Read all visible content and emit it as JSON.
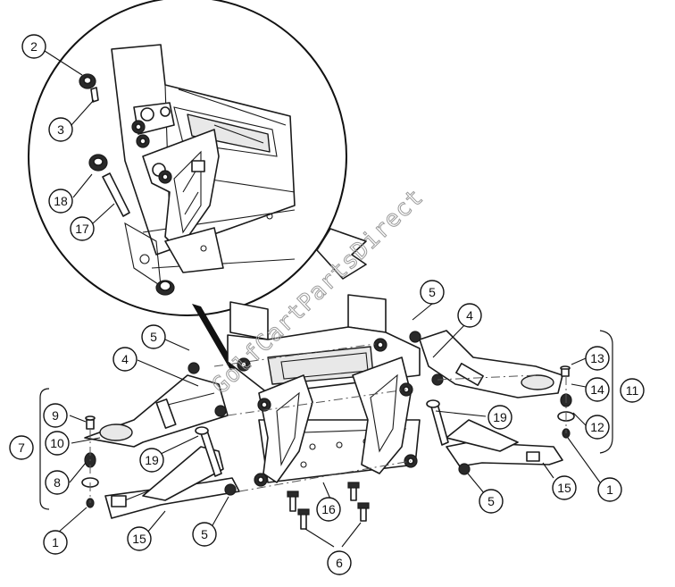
{
  "watermark": "GolfCartPartsDirect",
  "callouts": [
    {
      "id": "c-2",
      "label": "2"
    },
    {
      "id": "c-3",
      "label": "3"
    },
    {
      "id": "c-18",
      "label": "18"
    },
    {
      "id": "c-17",
      "label": "17"
    },
    {
      "id": "c-5a",
      "label": "5"
    },
    {
      "id": "c-4a",
      "label": "4"
    },
    {
      "id": "c-5b",
      "label": "5"
    },
    {
      "id": "c-4b",
      "label": "4"
    },
    {
      "id": "c-13",
      "label": "13"
    },
    {
      "id": "c-14",
      "label": "14"
    },
    {
      "id": "c-11",
      "label": "11"
    },
    {
      "id": "c-12",
      "label": "12"
    },
    {
      "id": "c-9",
      "label": "9"
    },
    {
      "id": "c-10",
      "label": "10"
    },
    {
      "id": "c-7",
      "label": "7"
    },
    {
      "id": "c-8",
      "label": "8"
    },
    {
      "id": "c-19a",
      "label": "19"
    },
    {
      "id": "c-19b",
      "label": "19"
    },
    {
      "id": "c-1a",
      "label": "1"
    },
    {
      "id": "c-15a",
      "label": "15"
    },
    {
      "id": "c-5c",
      "label": "5"
    },
    {
      "id": "c-16",
      "label": "16"
    },
    {
      "id": "c-6",
      "label": "6"
    },
    {
      "id": "c-5d",
      "label": "5"
    },
    {
      "id": "c-15b",
      "label": "15"
    },
    {
      "id": "c-1b",
      "label": "1"
    }
  ]
}
